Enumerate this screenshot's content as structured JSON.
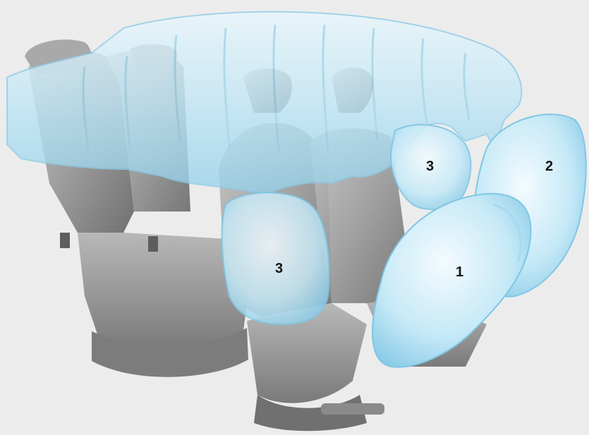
{
  "colors": {
    "background": "#ececec",
    "airbag_fill": "#bfe6f6",
    "airbag_edge": "#7fc6e4",
    "seat_fill": "#9d9d9d",
    "seat_shadow": "#6f6f6f",
    "callout_text": "#141414"
  },
  "callouts": {
    "front_driver": "1",
    "front_passenger": "2",
    "side_front": "3",
    "side_rear": "3"
  }
}
